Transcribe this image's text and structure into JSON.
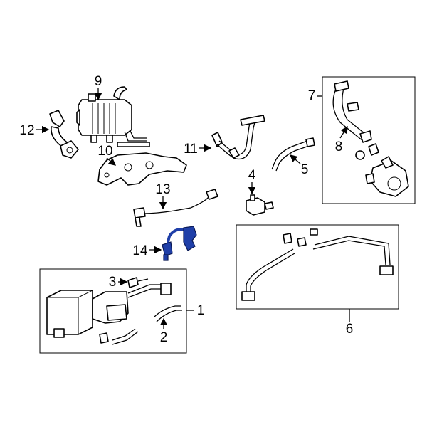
{
  "callouts": {
    "c1": "1",
    "c2": "2",
    "c3": "3",
    "c4": "4",
    "c5": "5",
    "c6": "6",
    "c7": "7",
    "c8": "8",
    "c9": "9",
    "c10": "10",
    "c11": "11",
    "c12": "12",
    "c13": "13",
    "c14": "14"
  },
  "highlight_color": "#1f3fa8",
  "highlighted_part": "14"
}
